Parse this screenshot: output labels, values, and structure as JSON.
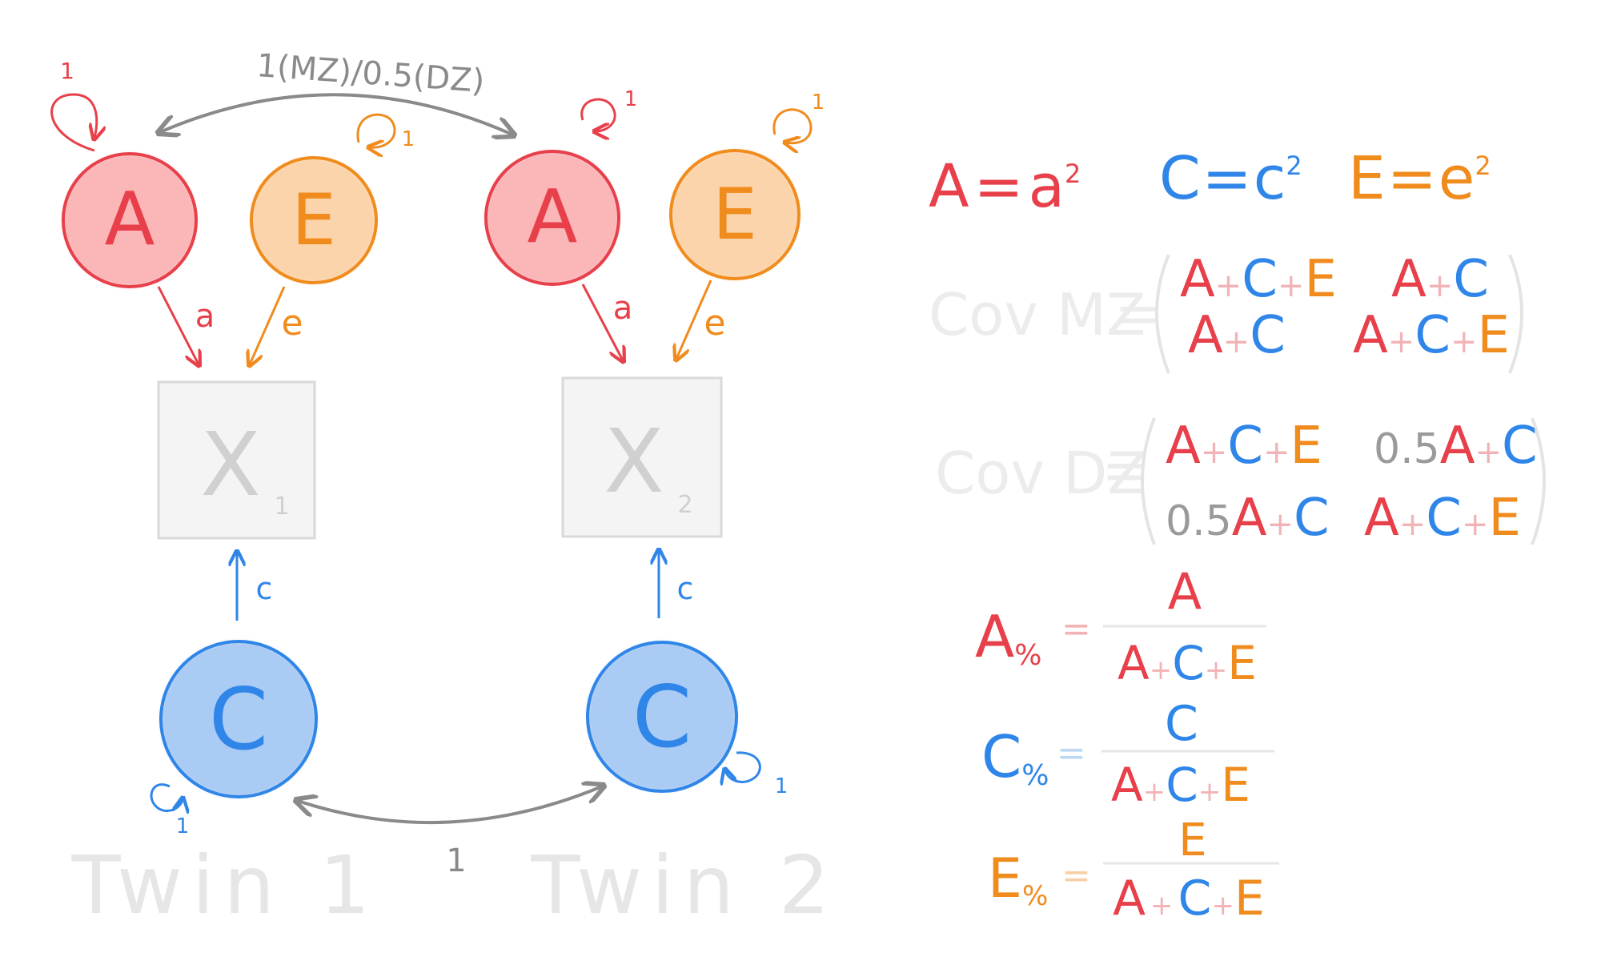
{
  "colors": {
    "A": "#e8404a",
    "E": "#f08c1e",
    "C": "#2f86e8",
    "gray": "#8a8a8a",
    "light": "#d9d9d9",
    "A_fill": "#fbb6b8",
    "E_fill": "#fcd4ab",
    "C_fill": "#aacbf3"
  },
  "diagram": {
    "twin1": {
      "A": "A",
      "E": "E",
      "C": "C",
      "X_letter": "X",
      "X_sub": "1",
      "label": "Twin 1",
      "A_var": "1",
      "E_var": "1",
      "C_var": "1",
      "path_a": "a",
      "path_e": "e",
      "path_c": "c"
    },
    "twin2": {
      "A": "A",
      "E": "E",
      "C": "C",
      "X_letter": "X",
      "X_sub": "2",
      "label": "Twin 2",
      "A_var": "1",
      "E_var": "1",
      "C_var": "1",
      "path_a": "a",
      "path_e": "e",
      "path_c": "c"
    },
    "A_corr_label": "1(MZ)/0.5(DZ)",
    "C_corr_label": "1"
  },
  "equations": {
    "line1": {
      "A": "A",
      "eq_a": "=",
      "a": "a",
      "a_exp": "2",
      "C": "C",
      "eq_c": "=",
      "c": "c",
      "c_exp": "2",
      "E": "E",
      "eq_e": "=",
      "e": "e",
      "e_exp": "2"
    },
    "cov_mz_label": "Cov MZ",
    "cov_dz_label": "Cov DZ",
    "equals": "=",
    "plus": "+",
    "coef": "0.5",
    "A": "A",
    "C": "C",
    "E": "E",
    "pct": "%",
    "A_pct": "A",
    "C_pct": "C",
    "E_pct": "E"
  }
}
